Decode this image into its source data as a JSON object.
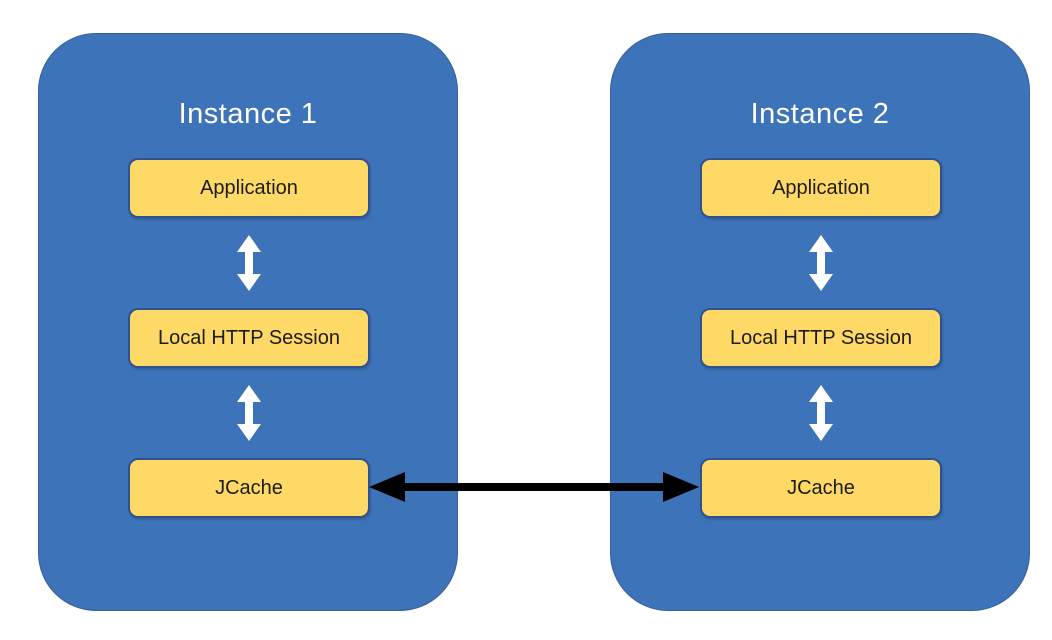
{
  "diagram": {
    "type": "architecture-diagram",
    "instances": [
      {
        "title": "Instance 1",
        "boxes": [
          {
            "label": "Application"
          },
          {
            "label": "Local HTTP Session"
          },
          {
            "label": "JCache"
          }
        ]
      },
      {
        "title": "Instance 2",
        "boxes": [
          {
            "label": "Application"
          },
          {
            "label": "Local HTTP Session"
          },
          {
            "label": "JCache"
          }
        ]
      }
    ],
    "connections": [
      {
        "within": "Instance 1",
        "from": "Application",
        "to": "Local HTTP Session",
        "style": "white-double-arrow"
      },
      {
        "within": "Instance 1",
        "from": "Local HTTP Session",
        "to": "JCache",
        "style": "white-double-arrow"
      },
      {
        "within": "Instance 2",
        "from": "Application",
        "to": "Local HTTP Session",
        "style": "white-double-arrow"
      },
      {
        "within": "Instance 2",
        "from": "Local HTTP Session",
        "to": "JCache",
        "style": "white-double-arrow"
      },
      {
        "from": "Instance 1 JCache",
        "to": "Instance 2 JCache",
        "style": "black-double-arrow"
      }
    ],
    "colors": {
      "container_blue": "#3D73B8",
      "container_border": "#35619C",
      "box_yellow": "#FFD966",
      "box_border": "#2F528F",
      "title_text": "#FFFFFF",
      "box_text": "#1C1C1C",
      "vertical_arrow": "#FFFFFF",
      "horizontal_arrow": "#000000",
      "canvas_bg": "#FFFFFF"
    }
  }
}
